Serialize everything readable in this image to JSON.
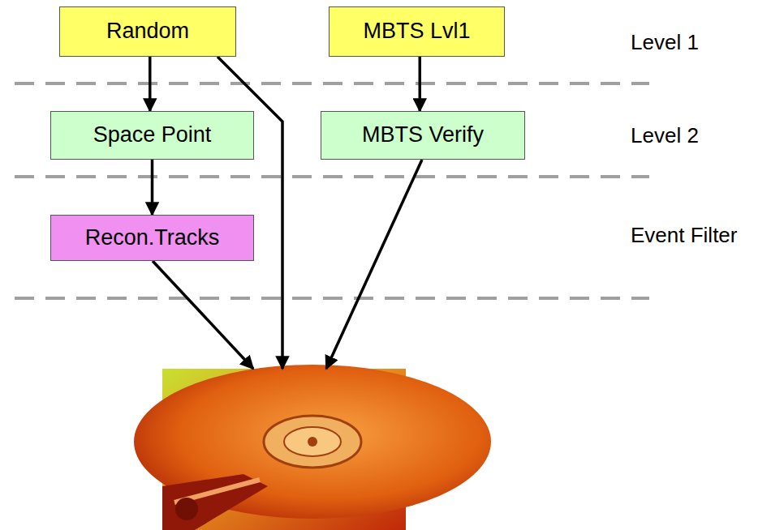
{
  "diagram": {
    "nodes": [
      {
        "text": [
          "Random"
        ]
      },
      {
        "text": [
          "MBTS Lvl1"
        ]
      },
      {
        "text": [
          "Space Point"
        ]
      },
      {
        "text": [
          "MBTS Verify"
        ]
      },
      {
        "text": [
          "Recon.Tracks"
        ]
      }
    ],
    "edges": [
      {
        "from": 0,
        "to": 2,
        "arrow": "to"
      },
      {
        "from": 1,
        "to": 3,
        "arrow": "to"
      },
      {
        "from": 2,
        "to": 4,
        "arrow": "to"
      }
    ],
    "labels": [
      "Level 1",
      "Level 2",
      "Event Filter"
    ]
  }
}
